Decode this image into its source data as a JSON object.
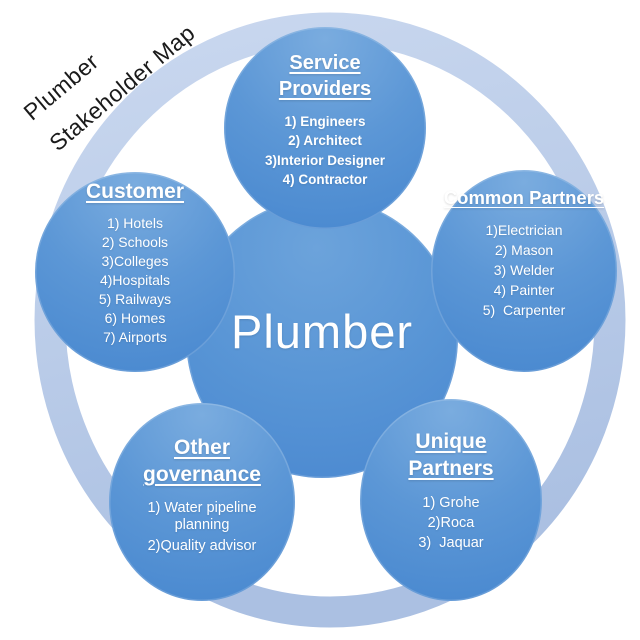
{
  "title": {
    "line1": "Plumber",
    "line2": "Stakeholder Map"
  },
  "center_node": {
    "label": "Plumber"
  },
  "nodes": [
    {
      "id": "service-providers",
      "heading": "Service Providers",
      "items": [
        "1) Engineers",
        "2) Architect",
        "3)Interior Designer",
        "4) Contractor"
      ]
    },
    {
      "id": "customer",
      "heading": "Customer",
      "items": [
        "1) Hotels",
        "2) Schools",
        "3)Colleges",
        "4)Hospitals",
        "5) Railways",
        "6) Homes",
        "7) Airports"
      ]
    },
    {
      "id": "common-partners",
      "heading": "Common Partners",
      "items": [
        "1)Electrician",
        "2) Mason",
        "3) Welder",
        "4) Painter",
        "5)  Carpenter"
      ]
    },
    {
      "id": "other-governance",
      "heading": "Other governance",
      "items": [
        "1) Water pipeline planning",
        "2)Quality advisor"
      ]
    },
    {
      "id": "unique-partners",
      "heading": "Unique Partners",
      "items": [
        "1) Grohe",
        "2)Roca",
        "3)  Jaquar"
      ]
    }
  ],
  "colors": {
    "node_blue_top": "#7aacdf",
    "node_blue_bottom": "#4787cf",
    "ring_light": "#cad8ef",
    "ring_dark": "#abc0e2",
    "node_text": "#ffffff",
    "title_text": "#1a1a1a"
  }
}
